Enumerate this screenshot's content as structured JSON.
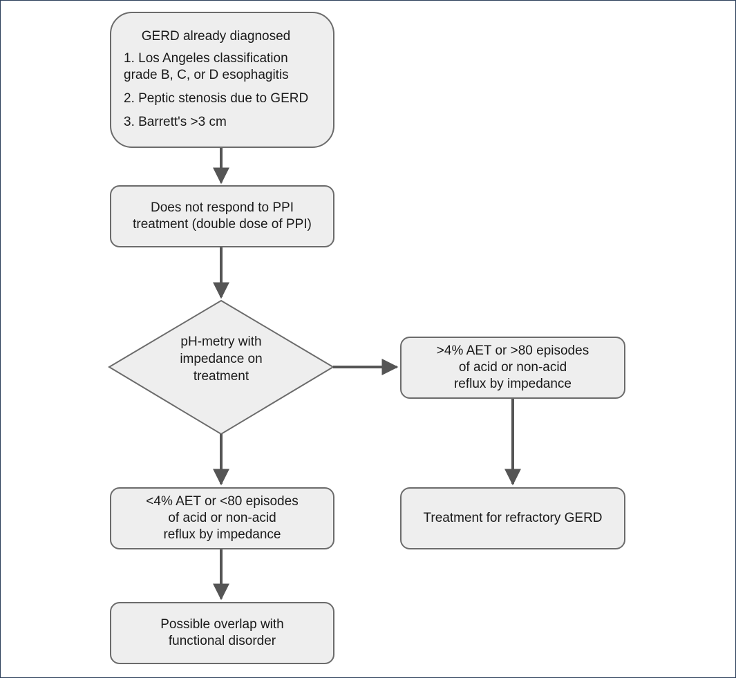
{
  "flowchart": {
    "start": {
      "title": "GERD already diagnosed",
      "items": [
        [
          "1. Los Angeles classification",
          "grade B, C, or D esophagitis"
        ],
        [
          "2. Peptic stenosis due to GERD"
        ],
        [
          "3. Barrett's >3 cm"
        ]
      ]
    },
    "no_response": {
      "lines": [
        "Does not respond to PPI",
        "treatment (double dose of PPI)"
      ]
    },
    "decision": {
      "lines": [
        "pH-metry with",
        "impedance on",
        "treatment"
      ]
    },
    "high_result": {
      "lines": [
        ">4% AET or >80 episodes",
        "of acid or non-acid",
        "reflux by impedance"
      ]
    },
    "low_result": {
      "lines": [
        "<4% AET or <80 episodes",
        "of acid or non-acid",
        "reflux by impedance"
      ]
    },
    "refractory": {
      "lines": [
        "Treatment for refractory GERD"
      ]
    },
    "overlap": {
      "lines": [
        "Possible overlap with",
        "functional disorder"
      ]
    }
  },
  "colors": {
    "box_fill": "#eeeeee",
    "box_border": "#6b6b6b",
    "arrow": "#555555",
    "frame": "#2b3e5a"
  }
}
